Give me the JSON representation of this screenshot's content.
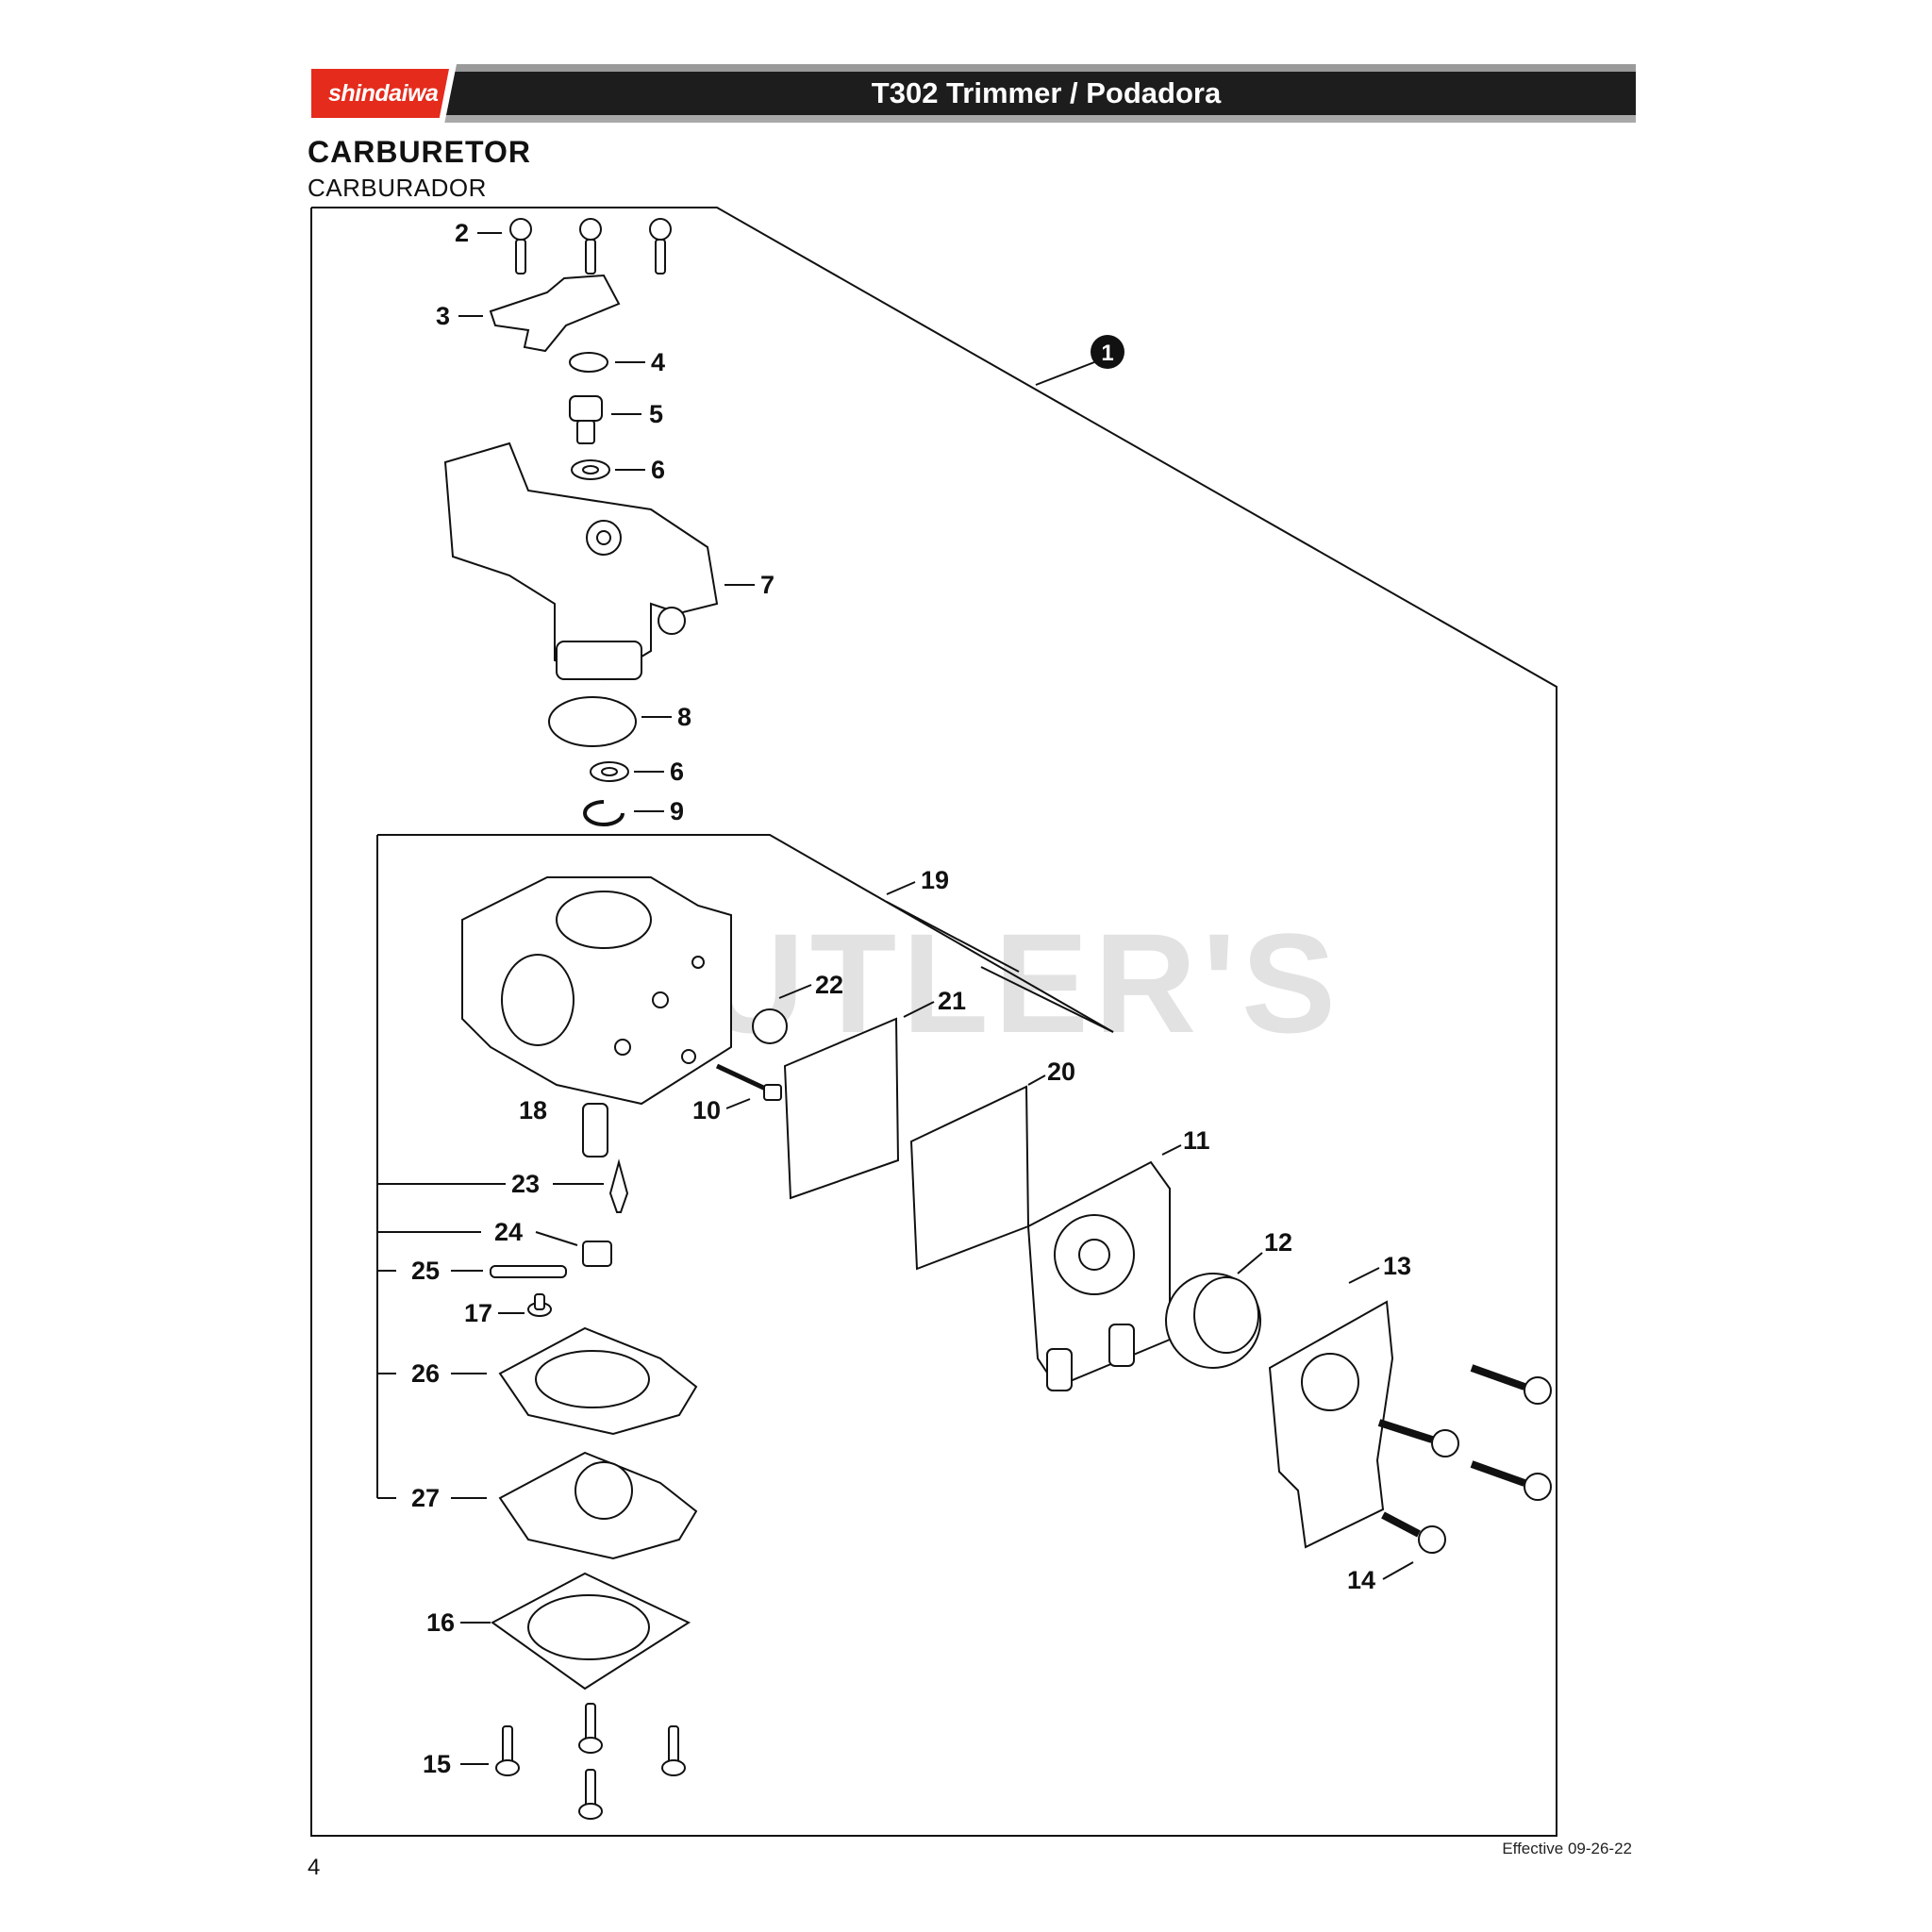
{
  "header": {
    "brand": "shindaiwa",
    "title": "T302 Trimmer / Podadora"
  },
  "section": {
    "title": "CARBURETOR",
    "subtitle": "CARBURADOR"
  },
  "watermark": "CUTLER'S",
  "assembly_callout": "1",
  "callouts": [
    "2",
    "3",
    "4",
    "5",
    "6",
    "7",
    "8",
    "6",
    "9",
    "19",
    "22",
    "21",
    "20",
    "10",
    "18",
    "11",
    "23",
    "24",
    "12",
    "13",
    "25",
    "17",
    "26",
    "27",
    "14",
    "16",
    "15"
  ],
  "footer": {
    "page_number": "4",
    "effective": "Effective 09-26-22"
  },
  "colors": {
    "brand_red": "#e42b1c",
    "header_black": "#1d1d1d"
  }
}
